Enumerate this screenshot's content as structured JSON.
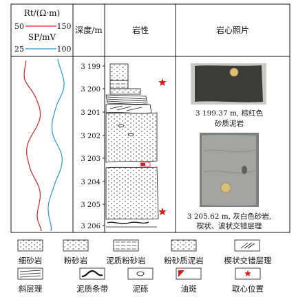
{
  "header": {
    "rt_label": "Rt/(Ω·m)",
    "rt_min": "50",
    "rt_max": "150",
    "sp_label": "SP/mV",
    "sp_min": "25",
    "sp_max": "100",
    "depth_label": "深度/m",
    "lithology_label": "岩性",
    "photo_label": "岩心照片"
  },
  "depth_ticks": [
    "3 199",
    "3 200",
    "3 201",
    "3 202",
    "3 203",
    "3 204",
    "3 205",
    "3 206"
  ],
  "photos": [
    {
      "caption_line1": "3 199.37 m, 棕红色",
      "caption_line2": "砂质泥岩"
    },
    {
      "caption_line1": "3 205.62 m, 灰白色砂岩,",
      "caption_line2": "楔状、波状交错层理"
    }
  ],
  "legend": [
    {
      "label": "细砂岩",
      "icon": "fine-sandstone"
    },
    {
      "label": "粉砂岩",
      "icon": "siltstone"
    },
    {
      "label": "泥质粉砂岩",
      "icon": "muddy-siltstone"
    },
    {
      "label": "粉砂质泥岩",
      "icon": "silty-mudstone"
    },
    {
      "label": "楔状交错层理",
      "icon": "wedge-cross-bedding"
    },
    {
      "label": "斜层理",
      "icon": "oblique-bedding"
    },
    {
      "label": "泥质条带",
      "icon": "mud-band"
    },
    {
      "label": "泥砾",
      "icon": "mud-gravel"
    },
    {
      "label": "油斑",
      "icon": "oil-spot"
    },
    {
      "label": "取心位置",
      "icon": "coring-position-star"
    }
  ],
  "colors": {
    "rt_curve": "#e02020",
    "sp_curve": "#1a9ad6",
    "star": "#e01818",
    "oil": "#e01818"
  }
}
